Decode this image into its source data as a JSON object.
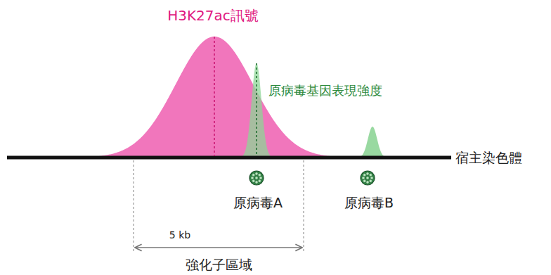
{
  "diagram": {
    "labels": [
      "H3K27ac訊號",
      "原病毒基因表現強度",
      "宿主染色體",
      "原病毒A",
      "原病毒B",
      "5 kb",
      "強化子區域"
    ]
  }
}
